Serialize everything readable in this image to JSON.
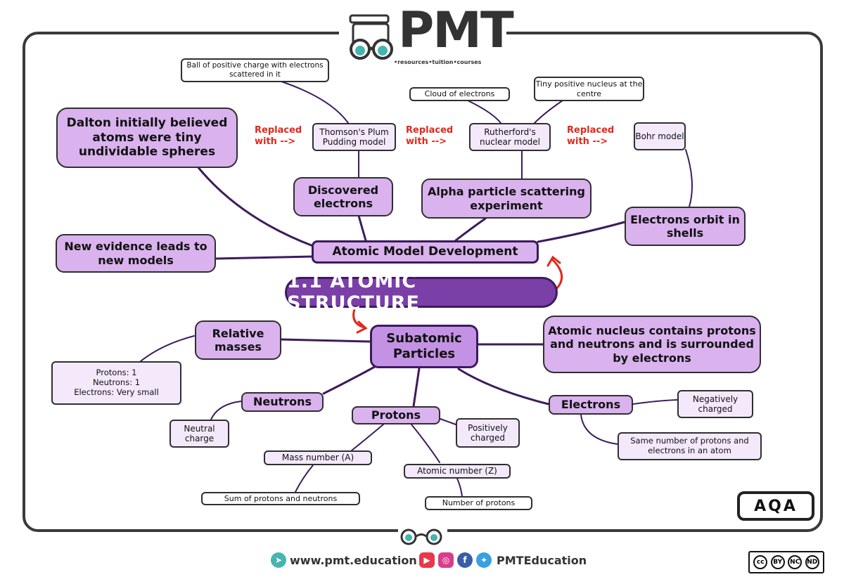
{
  "header": {
    "logo_text": "PMT",
    "logo_subtitle": "•resources•tuition•courses"
  },
  "title": "1.1 ATOMIC STRUCTURE",
  "atomic_model": {
    "hub": "Atomic Model Development",
    "dalton": "Dalton initially believed atoms were tiny undividable spheres",
    "replaced_with": "Replaced with -->",
    "thomson": "Thomson's Plum Pudding model",
    "thomson_desc": "Ball of positive charge with electrons scattered in it",
    "discovered": "Discovered electrons",
    "rutherford": "Rutherford's nuclear model",
    "rutherford_cloud": "Cloud of electrons",
    "rutherford_nucleus": "Tiny positive nucleus at the centre",
    "alpha": "Alpha particle scattering experiment",
    "bohr": "Bohr model",
    "electrons_orbit": "Electrons orbit in shells",
    "new_evidence": "New evidence leads to new models"
  },
  "subatomic": {
    "hub": "Subatomic Particles",
    "relative_masses": "Relative masses",
    "masses_list": "Protons: 1\nNeutrons: 1\nElectrons: Very small",
    "nucleus": "Atomic nucleus contains protons and neutrons and is surrounded by electrons",
    "neutrons": "Neutrons",
    "neutral": "Neutral charge",
    "protons": "Protons",
    "positively": "Positively charged",
    "mass_number": "Mass number (A)",
    "sum": "Sum of protons and neutrons",
    "atomic_number": "Atomic number (Z)",
    "number_of_protons": "Number of protons",
    "electrons": "Electrons",
    "negatively": "Negatively charged",
    "same_number": "Same number of protons and electrons in an atom"
  },
  "badge": "AQA",
  "footer": {
    "website": "www.pmt.education",
    "social": "PMTEducation",
    "license": [
      "cc",
      "BY",
      "NC",
      "ND"
    ]
  },
  "colors": {
    "dark_purple": "#7b3fa8",
    "light_purple": "#d9b2ee",
    "pale_purple": "#f4e9fb",
    "red": "#e0281c"
  }
}
